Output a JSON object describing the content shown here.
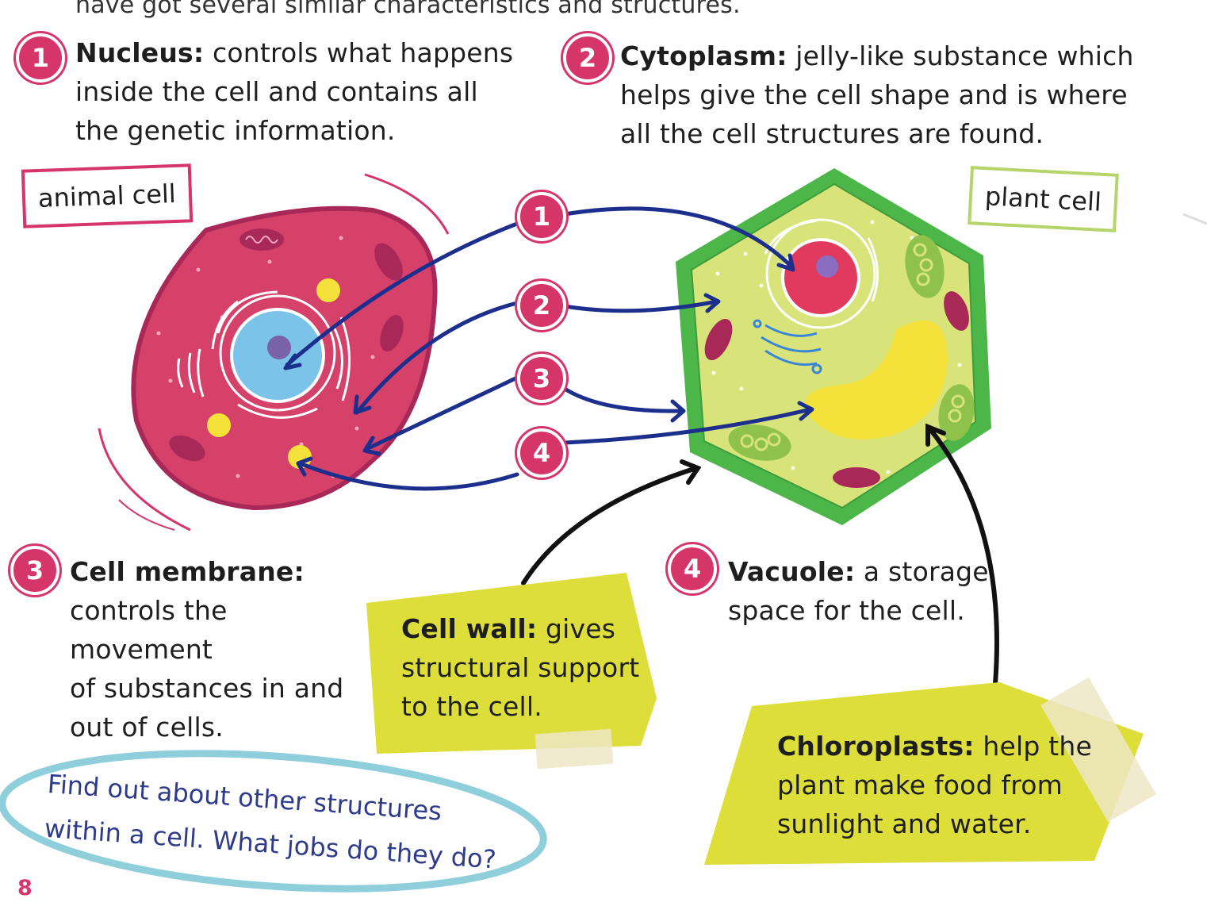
{
  "intro_cutoff": "have got several similar characteristics and structures.",
  "definitions": [
    {
      "num": "1",
      "term": "Nucleus:",
      "lines": [
        " controls what happens",
        "inside the cell and contains all",
        "the genetic information."
      ]
    },
    {
      "num": "2",
      "term": "Cytoplasm:",
      "lines": [
        " jelly-like substance which",
        "helps give the cell shape and is where",
        "all the cell structures are found."
      ]
    },
    {
      "num": "3",
      "term": "Cell membrane:",
      "lines": [
        "",
        "controls the movement",
        "of substances in and",
        "out of cells."
      ]
    },
    {
      "num": "4",
      "term": "Vacuole:",
      "lines": [
        " a storage",
        "space for the cell."
      ]
    }
  ],
  "labels": {
    "animal": "animal cell",
    "plant": "plant cell"
  },
  "arrow_badges": [
    "1",
    "2",
    "3",
    "4"
  ],
  "notes": {
    "cell_wall": {
      "term": "Cell wall:",
      "lines": [
        " gives",
        "structural support",
        "to the cell."
      ]
    },
    "chloroplasts": {
      "term": "Chloroplasts:",
      "lines": [
        " help the",
        "plant make food from",
        "sunlight and water."
      ]
    }
  },
  "question": {
    "line1": "Find out about other structures",
    "line2": "within a cell. What jobs do they do?"
  },
  "page_number": "8",
  "colors": {
    "pink": "#d6356a",
    "animal_cell": "#d6416a",
    "plant_wall": "#4cb648",
    "plant_fill": "#d8e47a",
    "arrow_blue": "#1d2f8c",
    "note_yellow": "#dede3a",
    "oval": "#8fcfdc"
  }
}
